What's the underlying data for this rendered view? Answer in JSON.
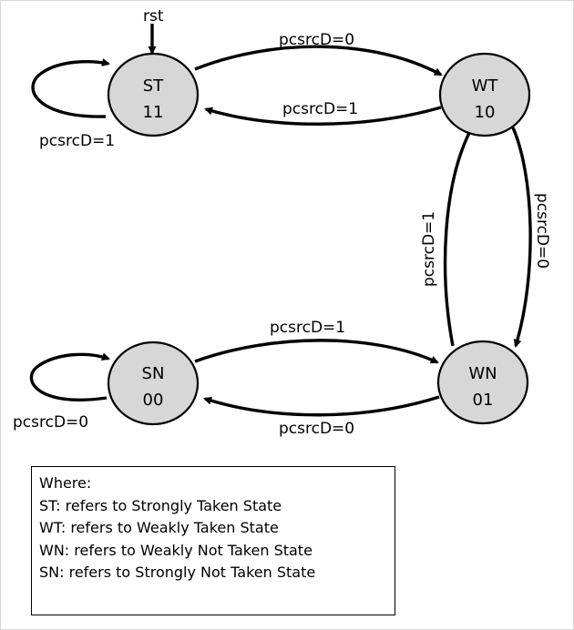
{
  "states": {
    "st": {
      "name": "ST",
      "code": "11"
    },
    "wt": {
      "name": "WT",
      "code": "10"
    },
    "wn": {
      "name": "WN",
      "code": "01"
    },
    "sn": {
      "name": "SN",
      "code": "00"
    }
  },
  "reset_label": "rst",
  "transitions": {
    "st_to_wt": "pcsrcD=0",
    "wt_to_st": "pcsrcD=1",
    "st_self": "pcsrcD=1",
    "wt_to_wn": "pcsrcD=0",
    "wn_to_wt": "pcsrcD=1",
    "sn_to_wn": "pcsrcD=1",
    "wn_to_sn": "pcsrcD=0",
    "sn_self": "pcsrcD=0"
  },
  "legend": {
    "heading": "Where:",
    "lines": [
      "ST: refers to Strongly Taken State",
      "WT: refers to Weakly Taken State",
      "WN: refers to Weakly Not Taken State",
      "SN: refers to Strongly Not Taken State"
    ]
  }
}
